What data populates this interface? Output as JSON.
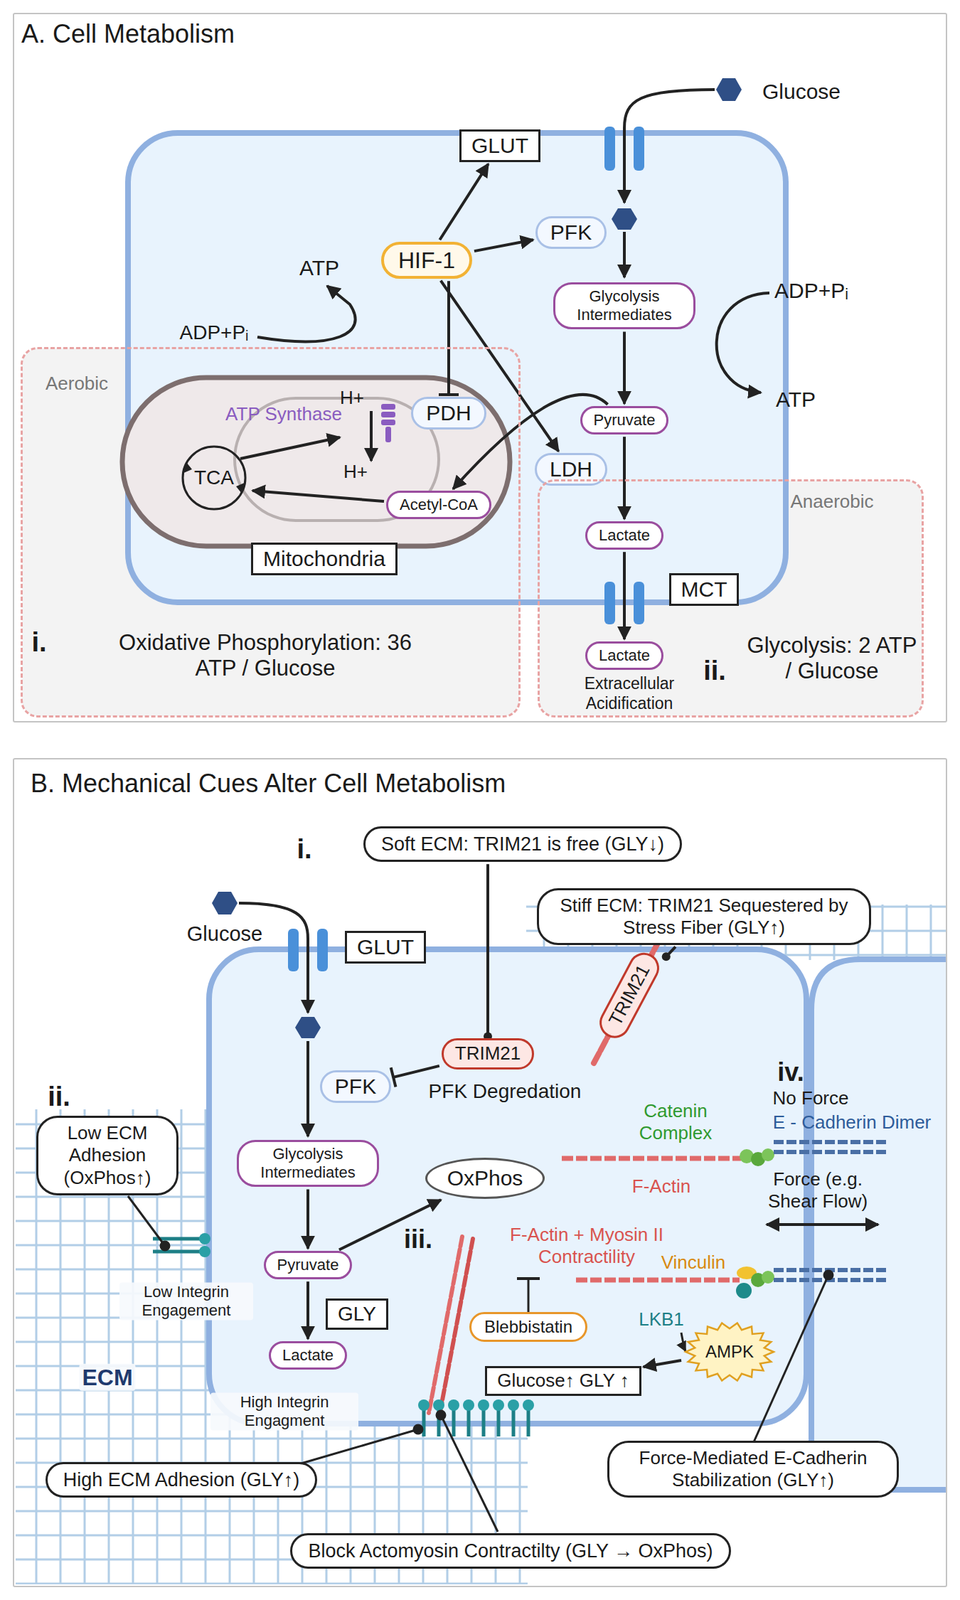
{
  "diagram": {
    "nodes": [
      {
        "text": [
          "A. Cell Metabolism"
        ]
      },
      {
        "text": [
          "GLUT"
        ],
        "in": 0
      },
      {
        "text": [
          "PFK"
        ],
        "in": 0
      },
      {
        "text": [
          "HIF-1"
        ],
        "in": 0
      },
      {
        "text": [
          "Glycolysis Intermediates"
        ],
        "in": 0
      },
      {
        "text": [
          "Aerobic",
          "i.",
          "Oxidative Phosphorylation: 36 ATP / Glucose"
        ],
        "in": 0
      },
      {
        "text": [
          "PDH"
        ],
        "in": 5
      },
      {
        "text": [
          "Acetyl-CoA"
        ],
        "in": 5
      },
      {
        "text": [
          "Mitochondria"
        ],
        "in": 5
      },
      {
        "text": [
          "Pyruvate"
        ],
        "in": 0
      },
      {
        "text": [
          "LDH"
        ],
        "in": 0
      },
      {
        "text": [
          "Anaerobic",
          "ii.",
          "Glycolysis: 2 ATP / Glucose"
        ],
        "in": 0
      },
      {
        "text": [
          "Lactate"
        ],
        "in": 11
      },
      {
        "text": [
          "MCT"
        ],
        "in": 11
      },
      {
        "text": [
          "Lactate"
        ],
        "in": 11
      },
      {
        "text": [
          "B. Mechanical Cues Alter Cell Metabolism"
        ]
      },
      {
        "text": [
          "i.",
          "Soft ECM: TRIM21 is free (GLY↓)"
        ],
        "in": 15
      },
      {
        "text": [
          "Stiff ECM: TRIM21 Sequestered by Stress Fiber (GLY↑)"
        ],
        "in": 15
      },
      {
        "text": [
          "GLUT"
        ],
        "in": 15
      },
      {
        "text": [
          "TRIM21"
        ],
        "in": 15
      },
      {
        "text": [
          "TRIM21"
        ],
        "in": 15
      },
      {
        "text": [
          "PFK"
        ],
        "in": 15
      },
      {
        "text": [
          "ii.",
          "Low ECM Adhesion (OxPhos↑)"
        ],
        "in": 15
      },
      {
        "text": [
          "Glycolysis Intermediates"
        ],
        "in": 15
      },
      {
        "text": [
          "OxPhos"
        ],
        "in": 15
      },
      {
        "text": [
          "Pyruvate"
        ],
        "in": 15
      },
      {
        "text": [
          "GLY"
        ],
        "in": 15
      },
      {
        "text": [
          "Blebbistatin"
        ],
        "in": 15
      },
      {
        "text": [
          "Lactate"
        ],
        "in": 15
      },
      {
        "text": [
          "AMPK"
        ],
        "in": 15
      },
      {
        "text": [
          "Glucose↑ GLY ↑"
        ],
        "in": 15
      },
      {
        "text": [
          "High ECM Adhesion (GLY↑)"
        ],
        "in": 15
      },
      {
        "text": [
          "Force-Mediated E-Cadherin Stabilization (GLY↑)"
        ],
        "in": 15
      },
      {
        "text": [
          "Block Actomyosin Contractilty (GLY → OxPhos)"
        ],
        "in": 15
      }
    ],
    "edges": [
      {
        "from": 3,
        "to": 1,
        "arrow": "to"
      },
      {
        "from": 3,
        "to": 2,
        "arrow": "to"
      },
      {
        "from": 3,
        "to": 6,
        "arrow": "to"
      },
      {
        "from": 3,
        "to": 10,
        "arrow": "to"
      },
      {
        "from": 4,
        "to": 9,
        "arrow": "to"
      },
      {
        "from": 9,
        "to": 7,
        "arrow": "to"
      },
      {
        "from": 9,
        "to": 12,
        "arrow": "to"
      },
      {
        "from": 12,
        "to": 14,
        "arrow": "to"
      },
      {
        "from": 16,
        "to": 19,
        "arrow": "none"
      },
      {
        "from": 17,
        "to": 20,
        "arrow": "none"
      },
      {
        "from": 19,
        "to": 21,
        "arrow": "to"
      },
      {
        "from": 23,
        "to": 25,
        "arrow": "to"
      },
      {
        "from": 25,
        "to": 24,
        "arrow": "to"
      },
      {
        "from": 25,
        "to": 28,
        "arrow": "to"
      },
      {
        "from": 29,
        "to": 30,
        "arrow": "to"
      }
    ],
    "labels": [
      "Glucose",
      "ATP",
      "ADP+Pᵢ",
      "H+",
      "ATP Synthase",
      "H+",
      "TCA",
      "ADP+Pᵢ",
      "ATP",
      "Extracellular Acidification",
      "Glucose",
      "PFK Degredation",
      "iii.",
      "F-Actin + Myosin II Contractility",
      "Low Integrin Engagement",
      "High Integrin Engagment",
      "ECM",
      "iv.",
      "No Force",
      "E - Cadherin Dimer",
      "Catenin Complex",
      "F-Actin",
      "Force (e.g. Shear Flow)",
      "Vinculin",
      "LKB1"
    ]
  }
}
